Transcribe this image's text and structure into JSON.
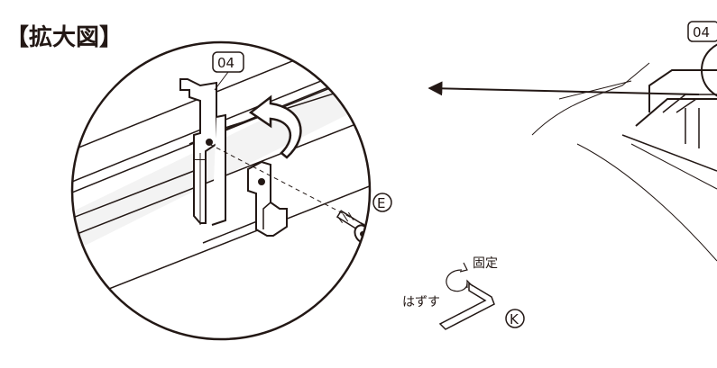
{
  "figure": {
    "title": "【拡大図】",
    "part_number": "04",
    "callout_number": "04",
    "screw_label": "E",
    "tool_label": "K",
    "fix_label": "固定",
    "remove_label": "はずす"
  },
  "colors": {
    "ink": "#231815",
    "paper": "#ffffff",
    "gray": "#d9d9d9"
  }
}
